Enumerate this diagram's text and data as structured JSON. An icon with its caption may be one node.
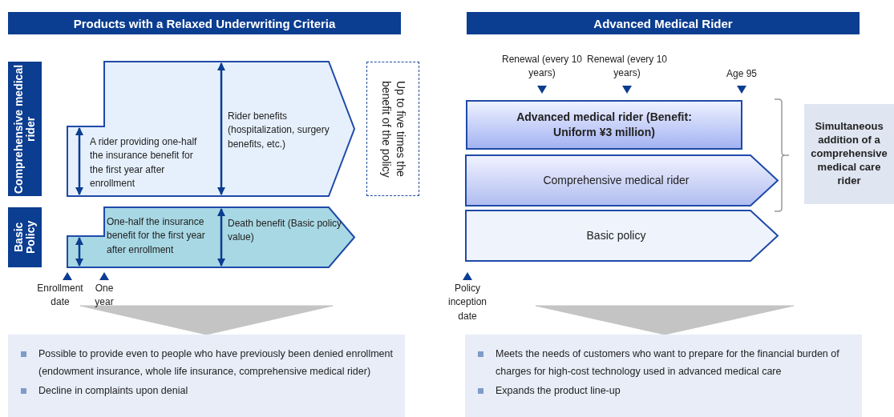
{
  "diagram": {
    "nodes": [
      {
        "text": [
          "Products with a Relaxed Underwriting Criteria"
        ]
      },
      {
        "text": [
          "Comprehensive medical rider"
        ]
      },
      {
        "text": [
          "Basic Policy"
        ]
      },
      {
        "text": [
          "A rider providing one-half the insurance benefit for the first year after enrollment",
          "Rider benefits (hospitalization, surgery benefits, etc.)"
        ]
      },
      {
        "text": [
          "One-half the insurance benefit for the first year after enrollment",
          "Death benefit (Basic policy value)"
        ]
      },
      {
        "text": [
          "Up to five times the benefit of the policy"
        ]
      },
      {
        "text": [
          "Possible to provide even to people who have previously been denied enrollment (endowment insurance, whole life insurance, comprehensive medical rider)",
          "Decline in complaints upon denial"
        ]
      },
      {
        "text": [
          "Advanced Medical Rider"
        ]
      },
      {
        "text": [
          "Advanced medical rider (Benefit: Uniform ¥3 million)"
        ]
      },
      {
        "text": [
          "Comprehensive medical rider"
        ]
      },
      {
        "text": [
          "Basic policy"
        ]
      },
      {
        "text": [
          "Simultaneous addition of a comprehensive medical care rider"
        ]
      },
      {
        "text": [
          "Meets the needs of customers who want to prepare for the financial burden of charges for high-cost technology used in advanced medical care",
          "Expands the product line-up"
        ]
      }
    ],
    "edges": [
      {
        "from": null,
        "to": 6,
        "arrow": "to"
      },
      {
        "from": null,
        "to": 12,
        "arrow": "to"
      }
    ],
    "labels": [
      "Enrollment date",
      "One year",
      "Renewal (every 10 years)",
      "Renewal (every 10 years)",
      "Age 95",
      "Policy inception date"
    ]
  }
}
